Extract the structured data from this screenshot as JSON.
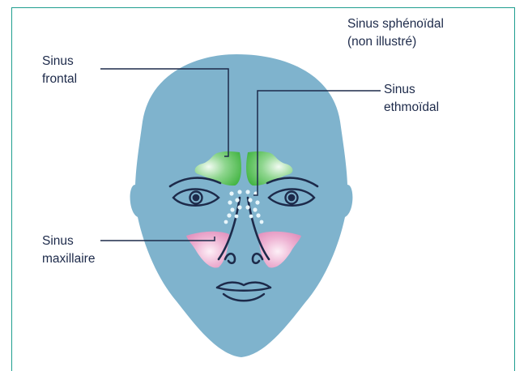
{
  "labels": {
    "frontal": {
      "line1": "Sinus",
      "line2": "frontal"
    },
    "ethmoid": {
      "line1": "Sinus",
      "line2": "ethmoïdal"
    },
    "maxillary": {
      "line1": "Sinus",
      "line2": "maxillaire"
    },
    "sphenoid": {
      "line1": "Sinus sphénoïdal",
      "line2": "(non illustré)"
    }
  },
  "colors": {
    "frame": "#1f9e8f",
    "face": "#7fb3cd",
    "outline": "#1d2a4a",
    "frontal_sinus": "#4fbd4f",
    "maxillary_sinus": "#e79ac3",
    "ethmoid_cells": "#e8f6fb",
    "label_text": "#1d2a4a"
  }
}
